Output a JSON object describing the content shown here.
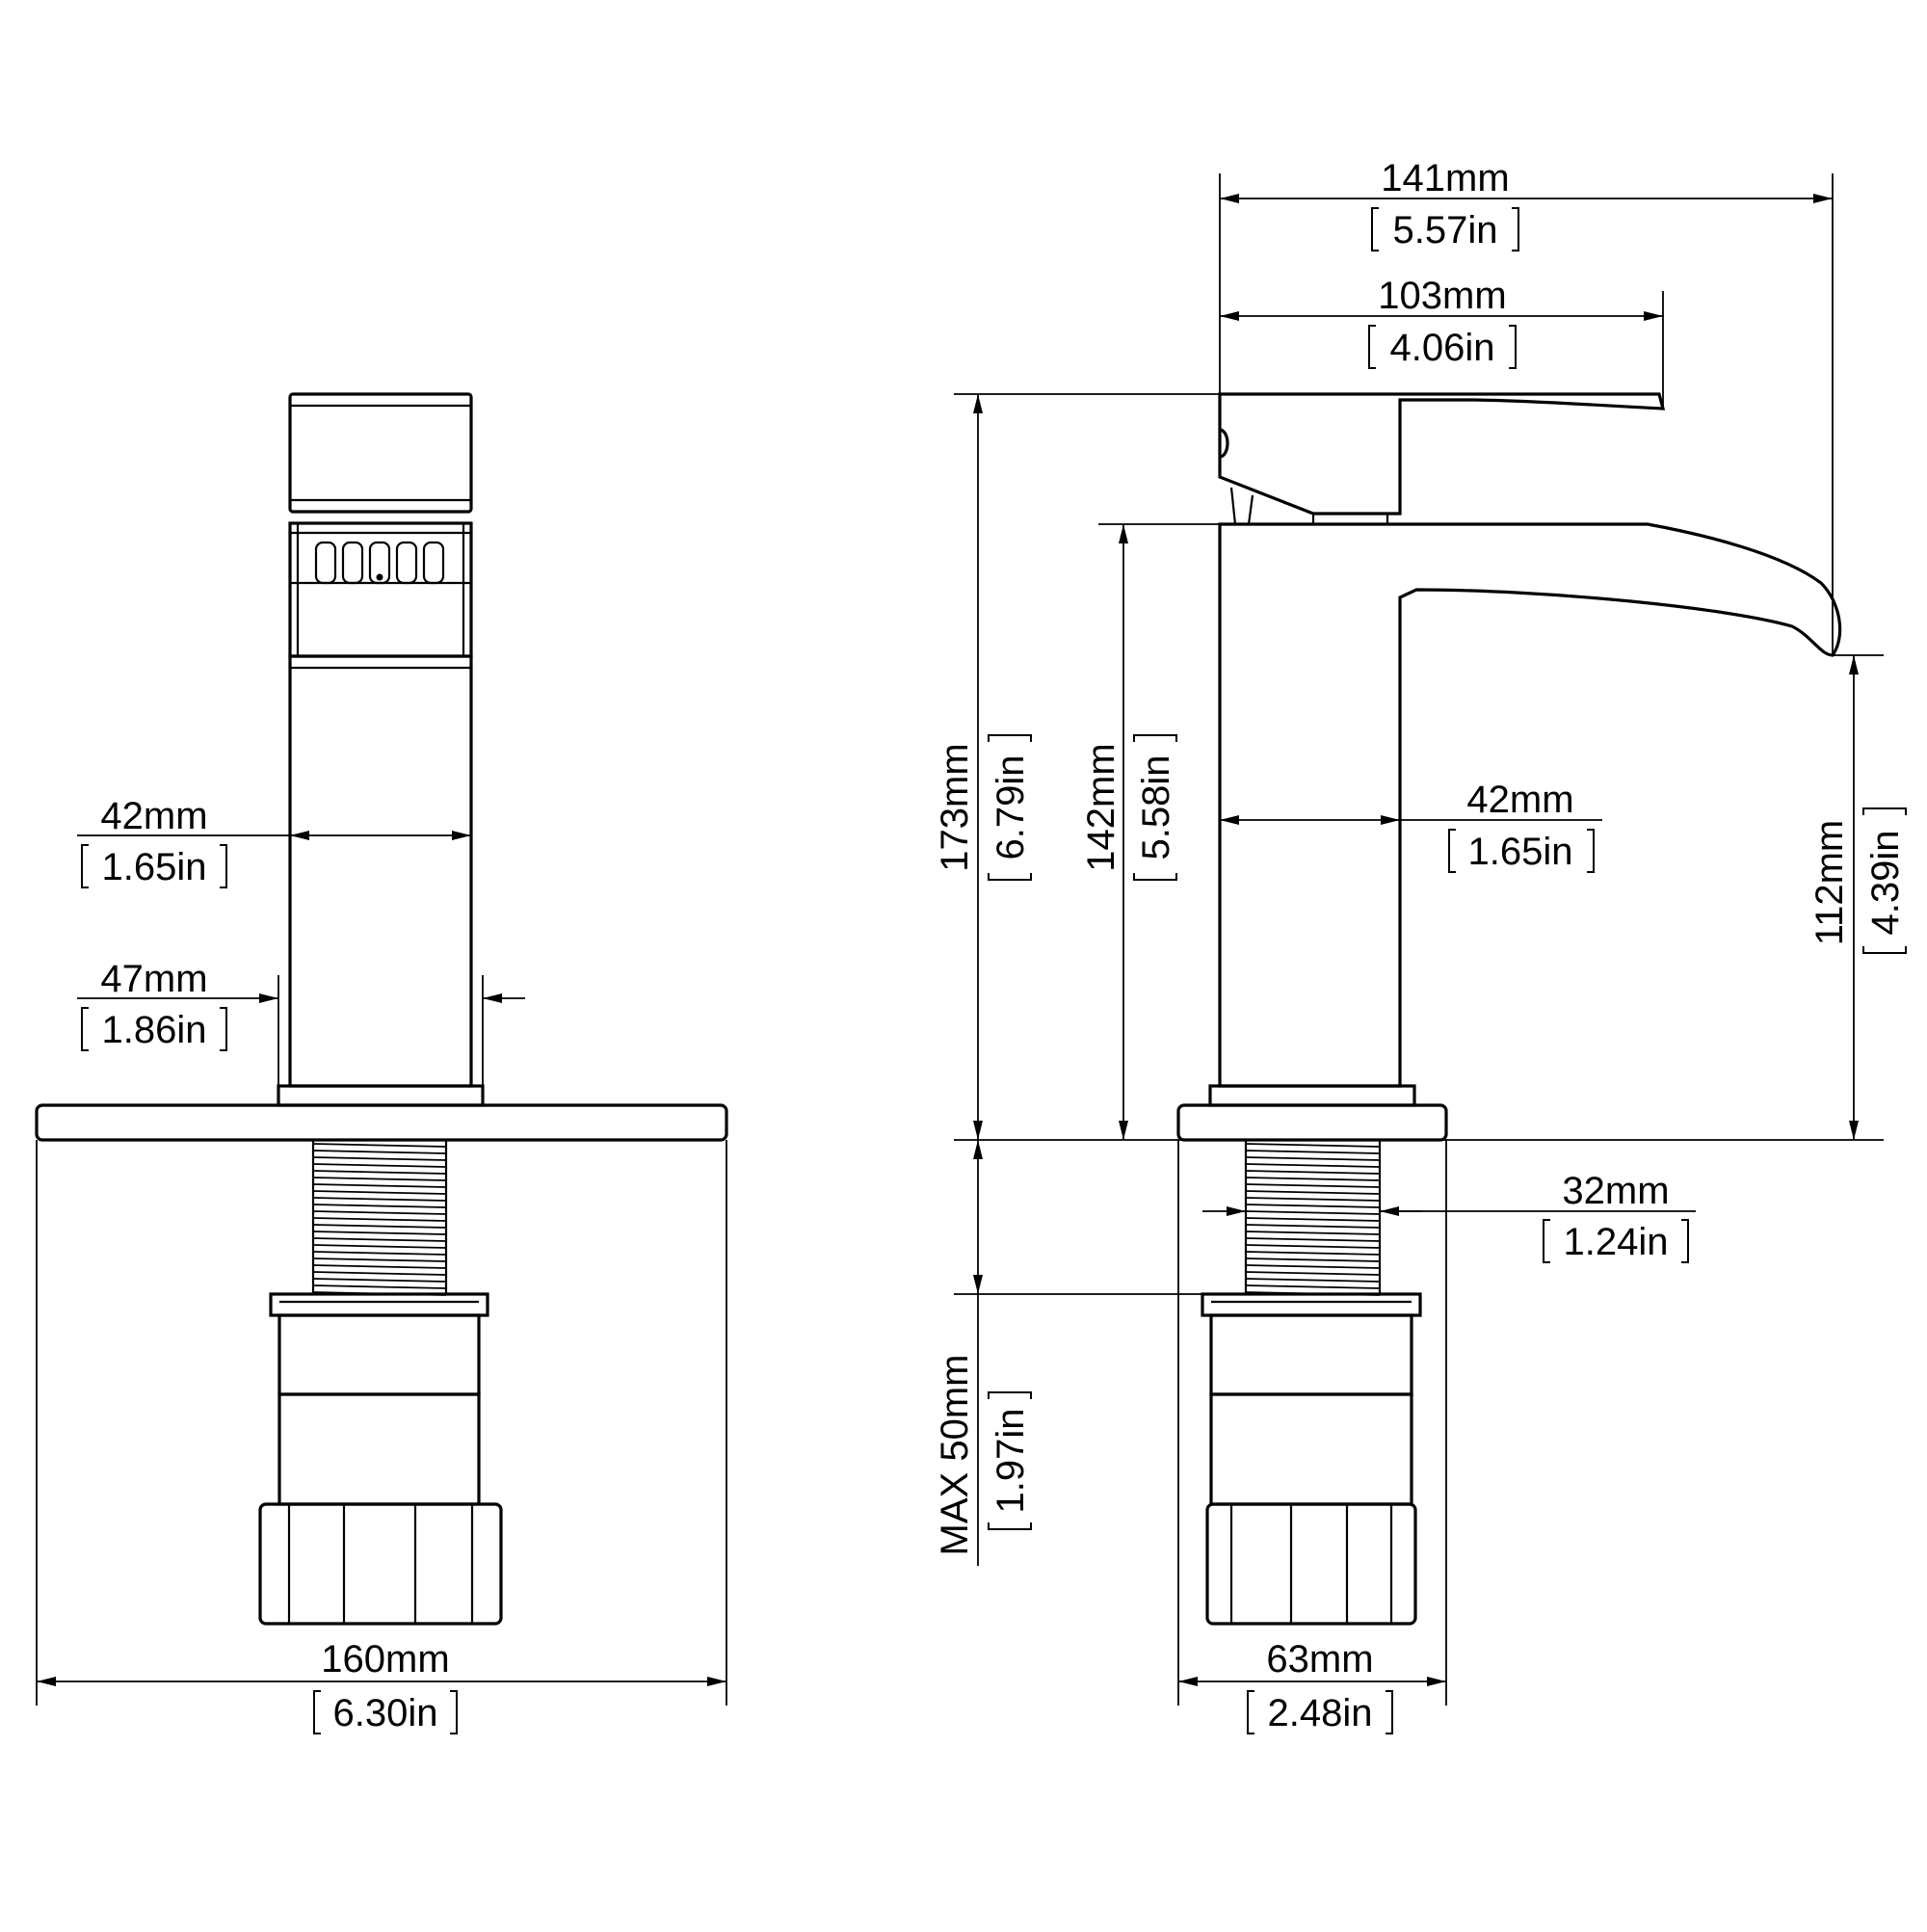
{
  "dimensions": {
    "front_handle_width": {
      "mm": "42mm",
      "inch": "1.65in"
    },
    "front_body_width": {
      "mm": "47mm",
      "inch": "1.86in"
    },
    "front_base_width": {
      "mm": "160mm",
      "inch": "6.30in"
    },
    "side_total_length": {
      "mm": "141mm",
      "inch": "5.57in"
    },
    "side_handle_length": {
      "mm": "103mm",
      "inch": "4.06in"
    },
    "side_total_height": {
      "mm": "173mm",
      "inch": "6.79in"
    },
    "side_spout_height": {
      "mm": "142mm",
      "inch": "5.58in"
    },
    "side_body_width": {
      "mm": "42mm",
      "inch": "1.65in"
    },
    "side_outlet_height": {
      "mm": "112mm",
      "inch": "4.39in"
    },
    "side_thread_diameter": {
      "mm": "32mm",
      "inch": "1.24in"
    },
    "side_deck_thickness": {
      "mm": "MAX 50mm",
      "inch": "1.97in"
    },
    "side_base_width": {
      "mm": "63mm",
      "inch": "2.48in"
    }
  }
}
